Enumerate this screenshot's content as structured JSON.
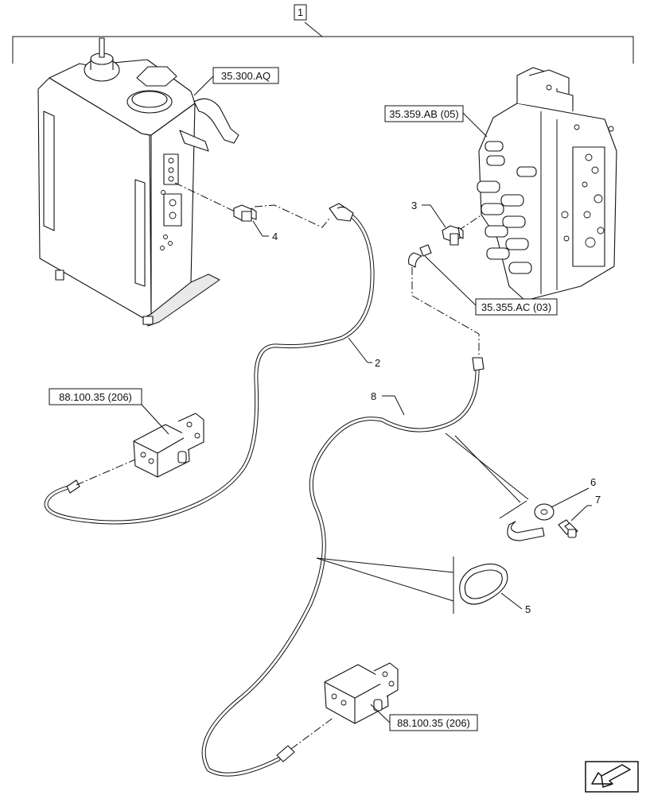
{
  "assembly": {
    "item": "1"
  },
  "references": {
    "tank": "35.300.AQ",
    "valve": "35.359.AB (05)",
    "elbow": "35.355.AC (03)",
    "solenoid_top": "88.100.35 (206)",
    "solenoid_bottom": "88.100.35 (206)"
  },
  "callouts": {
    "hose_2": "2",
    "tee_3": "3",
    "tee_4": "4",
    "oring_5": "5",
    "clamp_6": "6",
    "screw_7": "7",
    "hose_8": "8"
  },
  "icons": {
    "nav": "next-page-arrow-icon"
  }
}
